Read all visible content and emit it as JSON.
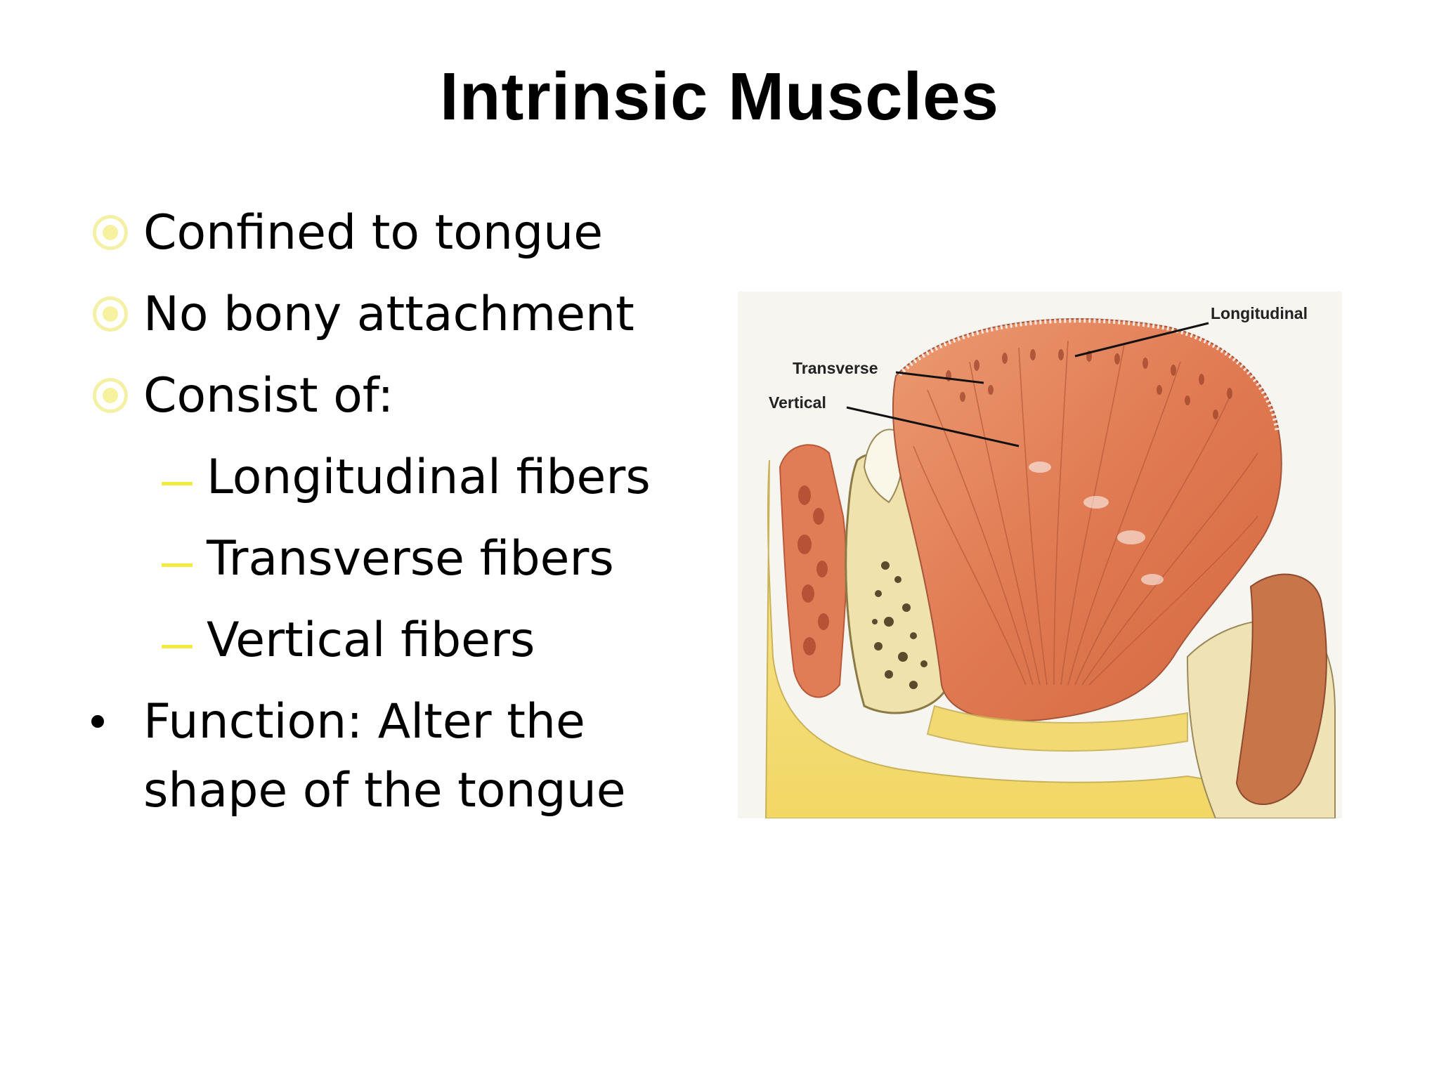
{
  "slide": {
    "title": "Intrinsic Muscles",
    "bullets": [
      {
        "level": 1,
        "marker": "target-bullet-icon",
        "text": "Confined to tongue"
      },
      {
        "level": 1,
        "marker": "target-bullet-icon",
        "text": "No bony attachment"
      },
      {
        "level": 1,
        "marker": "target-bullet-icon",
        "text": "Consist of:"
      },
      {
        "level": 2,
        "marker": "dash-bullet-icon",
        "text": "Longitudinal fibers"
      },
      {
        "level": 2,
        "marker": "dash-bullet-icon",
        "text": "Transverse fibers"
      },
      {
        "level": 2,
        "marker": "dash-bullet-icon",
        "text": "Vertical fibers"
      },
      {
        "level": 1,
        "marker": "dot-bullet-icon",
        "text_line1": "Function: Alter the",
        "text_line2": "shape of the tongue"
      }
    ],
    "figure": {
      "labels": {
        "longitudinal": "Longitudinal",
        "transverse": "Transverse",
        "vertical": "Vertical"
      }
    },
    "colors": {
      "accent_yellow": "#f3ec3f",
      "muscle": "#e3805a",
      "fat": "#f5e27a",
      "bone": "#efe3b5"
    }
  }
}
